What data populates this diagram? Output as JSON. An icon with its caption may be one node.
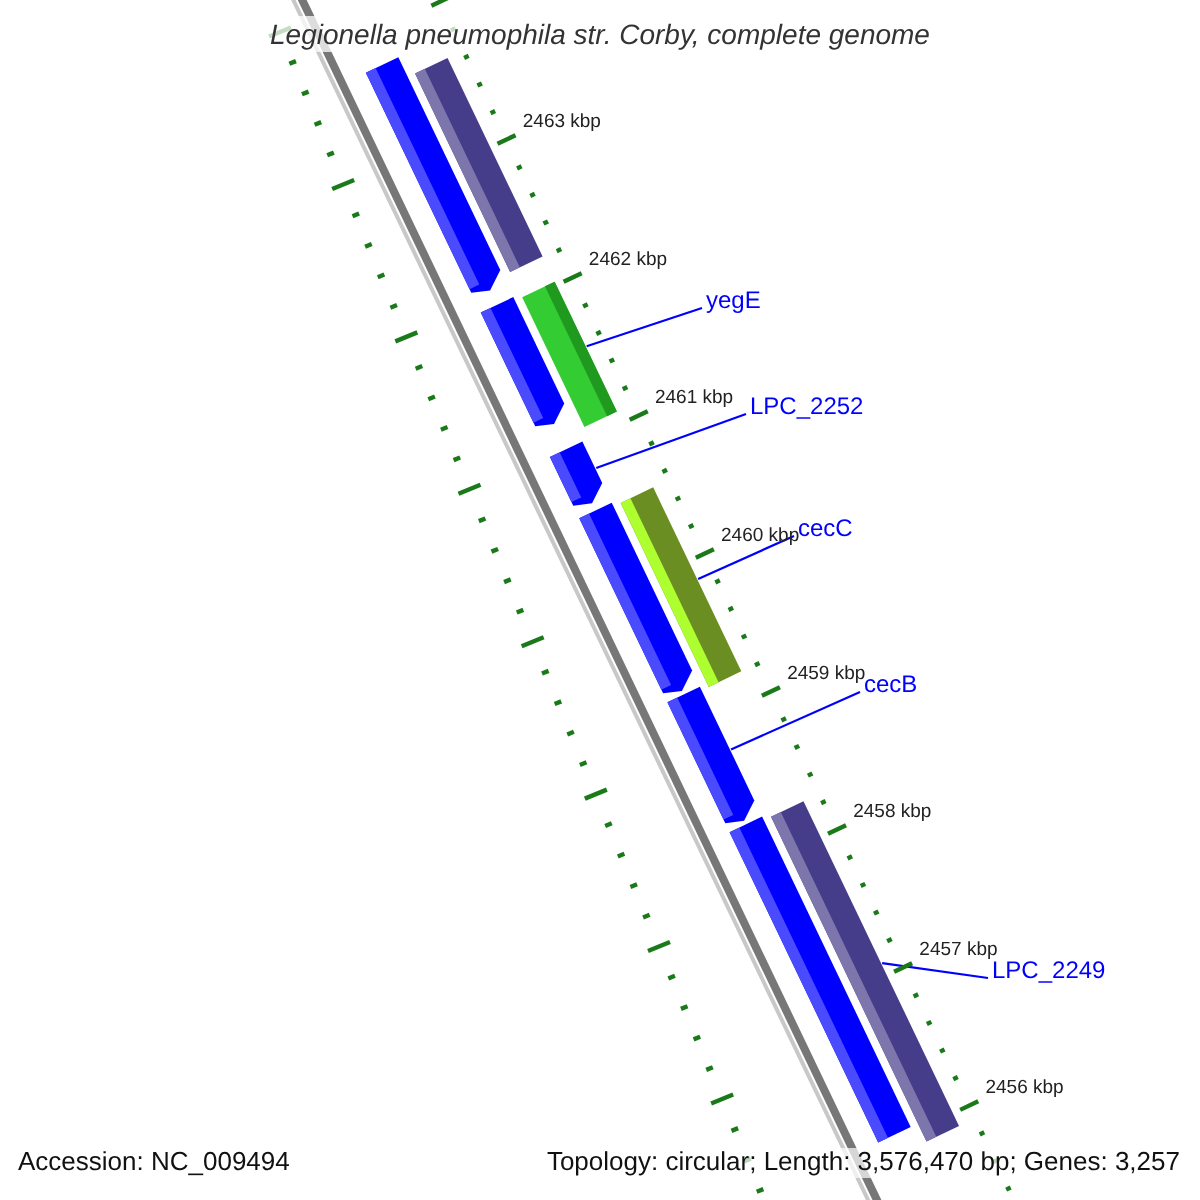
{
  "diagram": {
    "title": "Legionella pneumophila str. Corby, complete genome",
    "nodes": [
      {
        "text": [
          "yegE"
        ]
      },
      {
        "text": [
          "LPC_2252"
        ]
      },
      {
        "text": [
          "cecC"
        ]
      },
      {
        "text": [
          "cecB"
        ]
      },
      {
        "text": [
          "LPC_2249"
        ]
      },
      {
        "text": [],
        "shape": "arrow"
      },
      {
        "text": [],
        "shape": "bar"
      },
      {
        "text": [],
        "shape": "bar"
      },
      {
        "text": [],
        "shape": "arrow"
      },
      {
        "text": [],
        "shape": "arrow"
      },
      {
        "text": [],
        "shape": "bar"
      },
      {
        "text": [],
        "shape": "arrow"
      },
      {
        "text": [],
        "shape": "arrow"
      },
      {
        "text": [],
        "shape": "bar"
      },
      {
        "text": [],
        "shape": "arrow"
      }
    ],
    "edges": [
      {
        "from": 0,
        "to": 7,
        "arrow": "none"
      },
      {
        "from": 1,
        "to": 9,
        "arrow": "none"
      },
      {
        "from": 2,
        "to": 10,
        "arrow": "none"
      },
      {
        "from": 3,
        "to": 12,
        "arrow": "none"
      },
      {
        "from": 4,
        "to": 13,
        "arrow": "none"
      }
    ],
    "labels": [
      "2463 kbp",
      "2462 kbp",
      "2461 kbp",
      "2460 kbp",
      "2459 kbp",
      "2458 kbp",
      "2457 kbp",
      "2456 kbp",
      "Accession: NC_009494",
      "Topology: circular; Length: 3,576,470 bp; Genes: 3,257"
    ]
  }
}
